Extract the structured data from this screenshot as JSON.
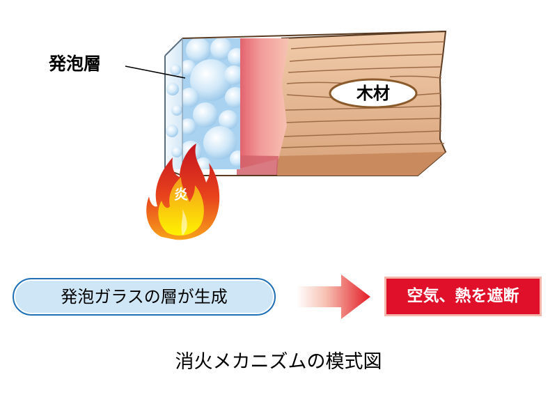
{
  "illustration": {
    "foam_layer_label": "発泡層",
    "wood_label": "木材",
    "flame_label": "炎"
  },
  "flow": {
    "step1": "発泡ガラスの層が生成",
    "step2": "空気、熱を遮断"
  },
  "caption": "消火メカニズムの模式図",
  "colors": {
    "wood": "#d9a57c",
    "heated_zone": "#f19a97",
    "foam": "#d8ecfa",
    "flame_outer": "#e0301e",
    "flame_inner": "#ffd200",
    "accent_red": "#e0102b",
    "pill_fill": "#cfe6f6",
    "pill_border": "#1e6fb6"
  },
  "icons": [
    "arrow-right-icon",
    "flame-icon"
  ]
}
